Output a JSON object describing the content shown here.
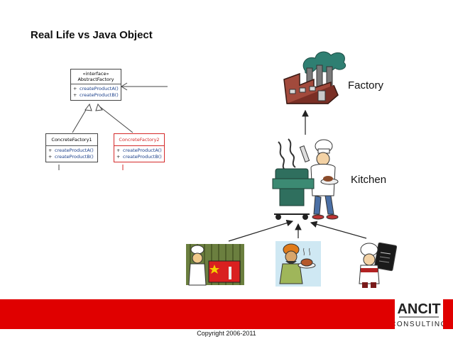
{
  "slide": {
    "title": "Real Life vs Java Object",
    "copyright": "Copyright 2006-2011"
  },
  "uml": {
    "abstract": {
      "stereotype": "«interface»",
      "name": "AbstractFactory",
      "ops": [
        "createProductA()",
        "createProductB()"
      ]
    },
    "concrete1": {
      "name": "ConcreteFactory1",
      "ops": [
        "createProductA()",
        "createProductB()"
      ]
    },
    "concrete2": {
      "name": "ConcreteFactory2",
      "ops": [
        "createProductA()",
        "createProductB()"
      ]
    },
    "visibility": "+"
  },
  "labels": {
    "factory": "Factory",
    "kitchen": "Kitchen"
  },
  "logo": {
    "top": "ANCIT",
    "bottom": "CONSULTING"
  },
  "colors": {
    "footer_red": "#e00000",
    "uml_red": "#d42a2a",
    "uml_blue": "#1a3f8a"
  },
  "icons": [
    "factory-icon",
    "chef-grill-icon",
    "chinese-chef-icon",
    "indian-chef-icon",
    "menu-chef-icon"
  ]
}
